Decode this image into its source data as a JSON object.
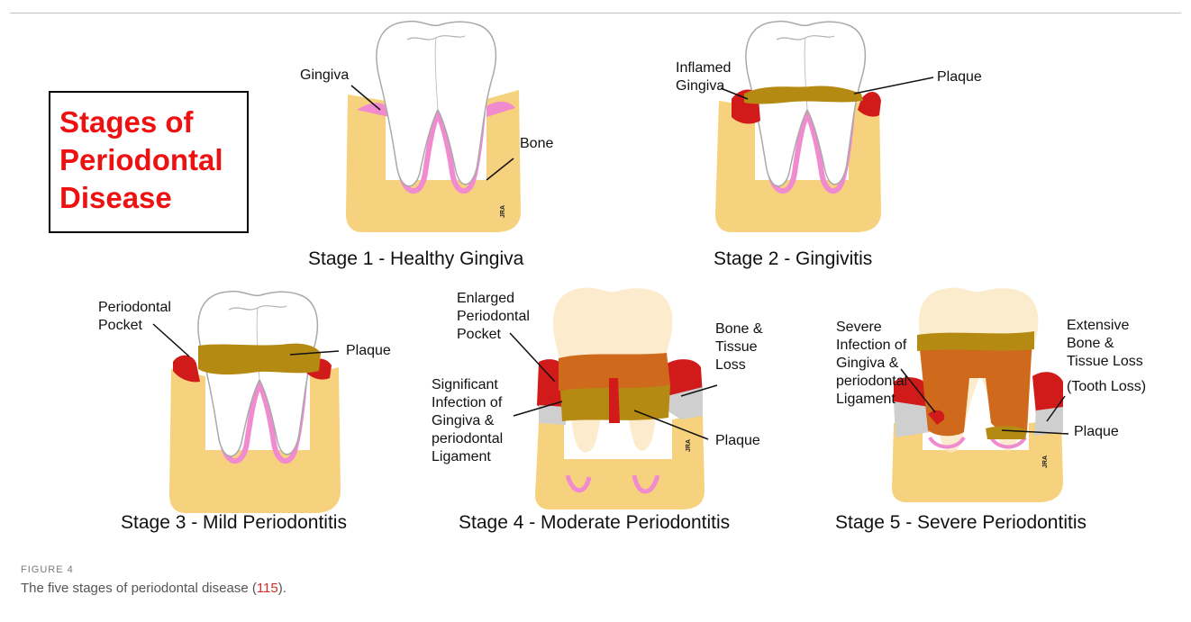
{
  "title": [
    "Stages of",
    "Periodontal",
    "Disease"
  ],
  "stages": [
    {
      "caption": "Stage 1 - Healthy Gingiva"
    },
    {
      "caption": "Stage 2 - Gingivitis"
    },
    {
      "caption": "Stage 3 - Mild Periodontitis"
    },
    {
      "caption": "Stage 4 - Moderate Periodontitis"
    },
    {
      "caption": "Stage 5 - Severe Periodontitis"
    }
  ],
  "labels": {
    "s1_gingiva": "Gingiva",
    "s1_bone": "Bone",
    "s2_inflamed_1": "Inflamed",
    "s2_inflamed_2": "Gingiva",
    "s2_plaque": "Plaque",
    "s3_pocket_1": "Periodontal",
    "s3_pocket_2": "Pocket",
    "s3_plaque": "Plaque",
    "s4_enlarged_1": "Enlarged",
    "s4_enlarged_2": "Periodontal",
    "s4_enlarged_3": "Pocket",
    "s4_bone_1": "Bone &",
    "s4_bone_2": "Tissue",
    "s4_bone_3": "Loss",
    "s4_infection_1": "Significant",
    "s4_infection_2": "Infection of",
    "s4_infection_3": "Gingiva &",
    "s4_infection_4": "periodontal",
    "s4_infection_5": "Ligament",
    "s4_plaque": "Plaque",
    "s5_infection_1": "Severe",
    "s5_infection_2": "Infection of",
    "s5_infection_3": "Gingiva &",
    "s5_infection_4": "periodontal",
    "s5_infection_5": "Ligament",
    "s5_loss_1": "Extensive",
    "s5_loss_2": "Bone &",
    "s5_loss_3": "Tissue Loss",
    "s5_loss_4": "(Tooth Loss)",
    "s5_plaque": "Plaque"
  },
  "signature": "JRA",
  "caption": {
    "figure": "FIGURE 4",
    "text": "The five stages of periodontal disease (",
    "ref": "115",
    "text_end": ")."
  },
  "colors": {
    "bone": "#f7d27e",
    "gingiva": "#f08bd0",
    "inflamed": "#d11a1a",
    "plaque": "#b58a12",
    "infection": "#cf6a1c",
    "tissue_loss": "#cfcfcf",
    "title": "#ee1111"
  }
}
